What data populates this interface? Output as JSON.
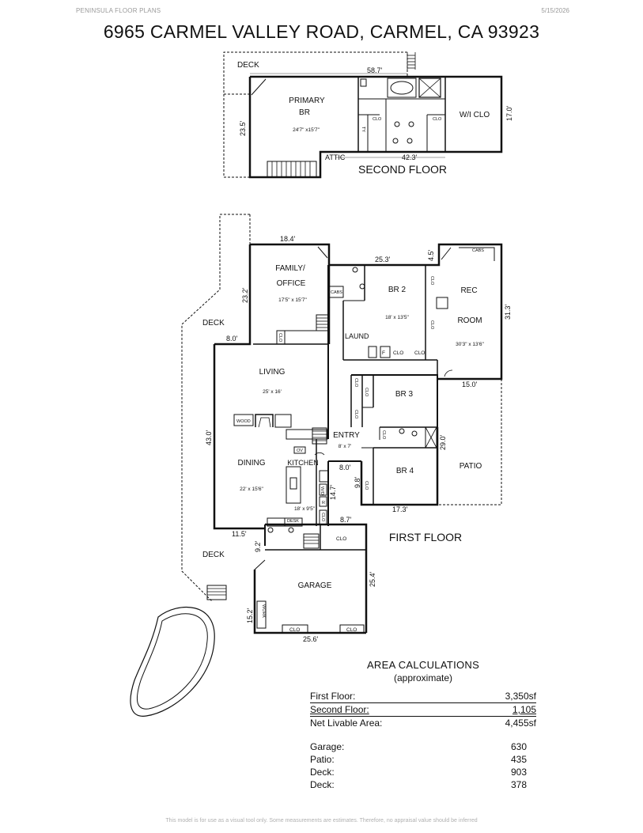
{
  "header": {
    "company": "PENINSULA FLOOR PLANS",
    "date": "5/15/2026",
    "address": "6965 CARMEL VALLEY ROAD, CARMEL, CA  93923"
  },
  "floors": {
    "second": "SECOND FLOOR",
    "first": "FIRST FLOOR"
  },
  "rooms": {
    "deck_top": "DECK",
    "primary_1": "PRIMARY",
    "primary_2": "BR",
    "primary_dim": "24'7\" x15'7\"",
    "wi_clo": "W/I CLO",
    "attic": "ATTIC",
    "family_1": "FAMILY/",
    "family_2": "OFFICE",
    "family_dim": "17'5\" x 15'7\"",
    "br2": "BR 2",
    "br2_dim": "18' x 13'5\"",
    "rec_1": "REC",
    "rec_2": "ROOM",
    "rec_dim": "30'3\" x 13'6\"",
    "deck_left": "DECK",
    "laund": "LAUND",
    "living": "LIVING",
    "living_dim": "25' x 16'",
    "br3": "BR 3",
    "entry": "ENTRY",
    "entry_dim": "8' x 7'",
    "dining": "DINING",
    "dining_dim": "22' x 15'6\"",
    "kitchen": "KITCHEN",
    "kitchen_dim": "18' x 9'5\"",
    "br4": "BR 4",
    "patio": "PATIO",
    "deck_bottom": "DECK",
    "garage": "GARAGE"
  },
  "small_labels": {
    "clo": "CLO",
    "cabs": "CABS",
    "wood": "WOOD",
    "desk": "DESK",
    "work": "WORK",
    "ov": "OV",
    "f": "F",
    "wd": "W/D",
    "r": "R",
    "ty": "TY"
  },
  "dimensions": {
    "d58_7": "58.7'",
    "d23_5": "23.5'",
    "d17_0": "17.0'",
    "d42_3": "42.3'",
    "d18_4": "18.4'",
    "d25_3": "25.3'",
    "d4_5": "4.5'",
    "d23_2": "23.2'",
    "d31_3": "31.3'",
    "d8_0a": "8.0'",
    "d15_0": "15.0'",
    "d43_0": "43.0'",
    "d29_0": "29.0'",
    "d8_0b": "8.0'",
    "d14_7": "14.7'",
    "d9_8": "9.8'",
    "d17_3": "17.3'",
    "d11_5": "11.5'",
    "d8_7": "8.7'",
    "d9_2": "9.2'",
    "d25_4": "25.4'",
    "d15_2": "15.2'",
    "d25_6": "25.6'"
  },
  "area_calculations": {
    "title": "AREA CALCULATIONS",
    "subtitle": "(approximate)",
    "rows": [
      {
        "label": "First  Floor:",
        "value": "3,350sf"
      },
      {
        "label": "Second Floor:",
        "value": "1,105"
      },
      {
        "label": "Net Livable Area:",
        "value": "4,455sf"
      },
      {
        "label": "Garage:",
        "value": "630"
      },
      {
        "label": "Patio:",
        "value": "435"
      },
      {
        "label": "Deck:",
        "value": "903"
      },
      {
        "label": "Deck:",
        "value": "378"
      }
    ]
  },
  "footer": "This model is for use as a visual tool only. Some measurements are estimates. Therefore, no appraisal value should be inferred"
}
